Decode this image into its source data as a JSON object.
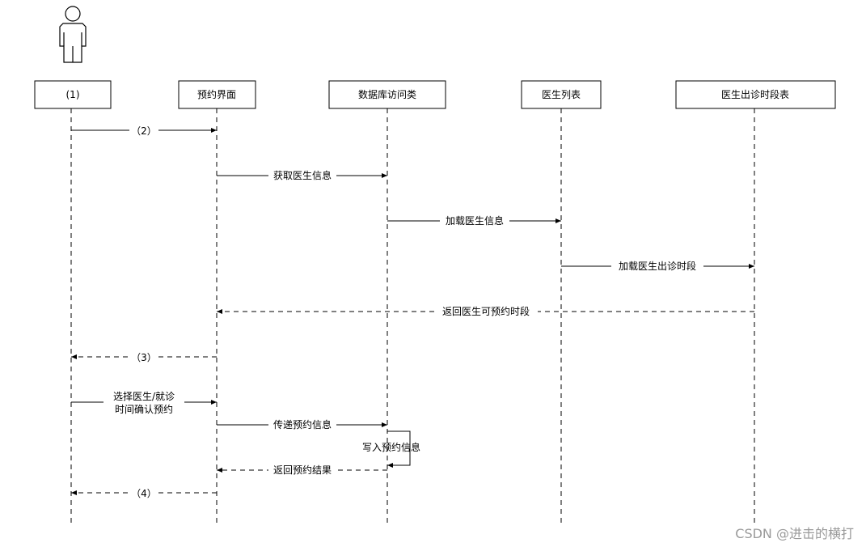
{
  "participants": [
    {
      "id": "actor",
      "label": "(1)"
    },
    {
      "id": "ui",
      "label": "预约界面"
    },
    {
      "id": "db",
      "label": "数据库访问类"
    },
    {
      "id": "list",
      "label": "医生列表"
    },
    {
      "id": "schedule",
      "label": "医生出诊时段表"
    }
  ],
  "messages": [
    {
      "from": "actor",
      "to": "ui",
      "label": "（2）",
      "style": "solid"
    },
    {
      "from": "ui",
      "to": "db",
      "label": "获取医生信息",
      "style": "solid"
    },
    {
      "from": "db",
      "to": "list",
      "label": "加载医生信息",
      "style": "solid"
    },
    {
      "from": "list",
      "to": "schedule",
      "label": "加载医生出诊时段",
      "style": "solid"
    },
    {
      "from": "schedule",
      "to": "ui",
      "label": "返回医生可预约时段",
      "style": "dashed"
    },
    {
      "from": "ui",
      "to": "actor",
      "label": "（3）",
      "style": "dashed"
    },
    {
      "from": "actor",
      "to": "ui",
      "label_lines": [
        "选择医生/就诊",
        "时间确认预约"
      ],
      "style": "solid"
    },
    {
      "from": "ui",
      "to": "db",
      "label": "传递预约信息",
      "style": "solid"
    },
    {
      "from": "db",
      "to": "db",
      "label": "写入预约信息",
      "style": "self"
    },
    {
      "from": "db",
      "to": "ui",
      "label": "返回预约结果",
      "style": "dashed"
    },
    {
      "from": "ui",
      "to": "actor",
      "label": "（4）",
      "style": "dashed"
    }
  ],
  "watermark": "CSDN @进击的横打"
}
